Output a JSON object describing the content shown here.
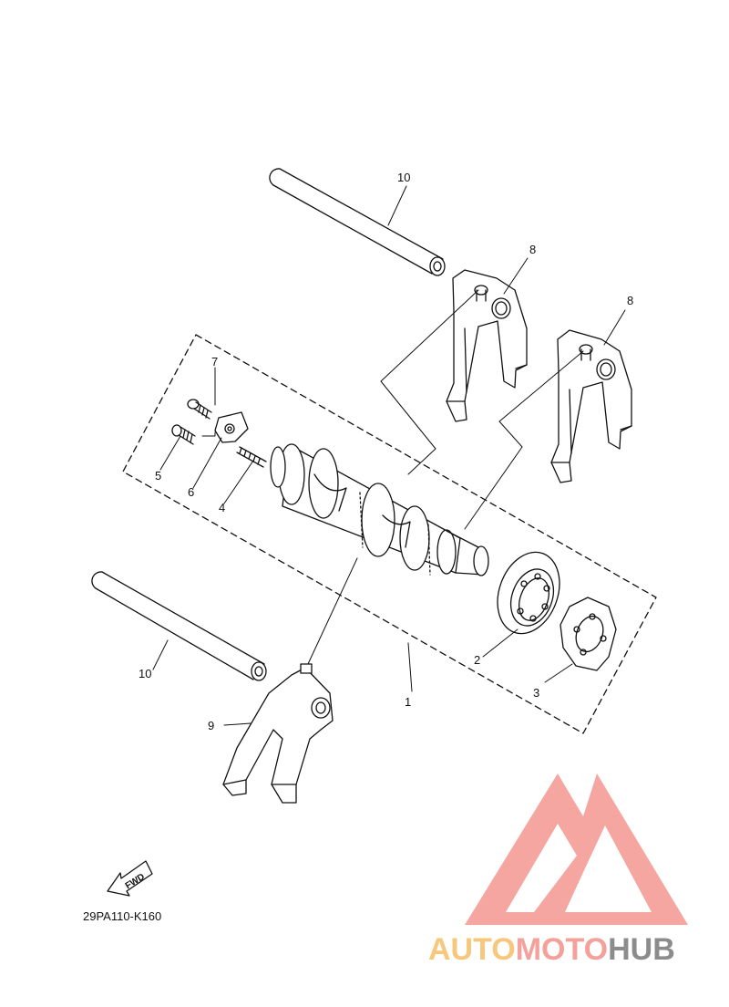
{
  "diagram": {
    "callouts": {
      "c1": "1",
      "c2": "2",
      "c3": "3",
      "c4": "4",
      "c5": "5",
      "c6": "6",
      "c7": "7",
      "c8a": "8",
      "c8b": "8",
      "c9": "9",
      "c10a": "10",
      "c10b": "10"
    },
    "fwd_label": "FWD",
    "diagram_code": "29PA110-K160"
  },
  "watermark": {
    "part1": "AUTO",
    "part2": "MOTO",
    "part3": "HUB",
    "colors": {
      "logo": "#f4a19b",
      "auto": "#f7c77d",
      "moto": "#f4a19b",
      "hub": "#8c8c8c"
    }
  }
}
